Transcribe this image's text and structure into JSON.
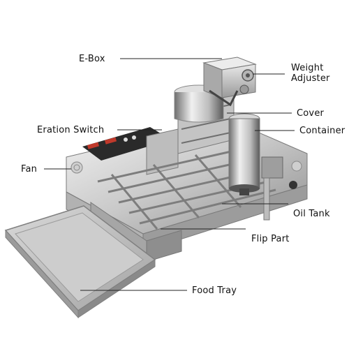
{
  "labels": {
    "ebox": "E-Box",
    "weight_adjuster_1": "Weight",
    "weight_adjuster_2": "Adjuster",
    "cover": "Cover",
    "eration_switch": "Eration Switch",
    "container": "Container",
    "fan": "Fan",
    "oil_tank": "Oil Tank",
    "flip_part": "Flip Part",
    "food_tray": "Food Tray"
  }
}
